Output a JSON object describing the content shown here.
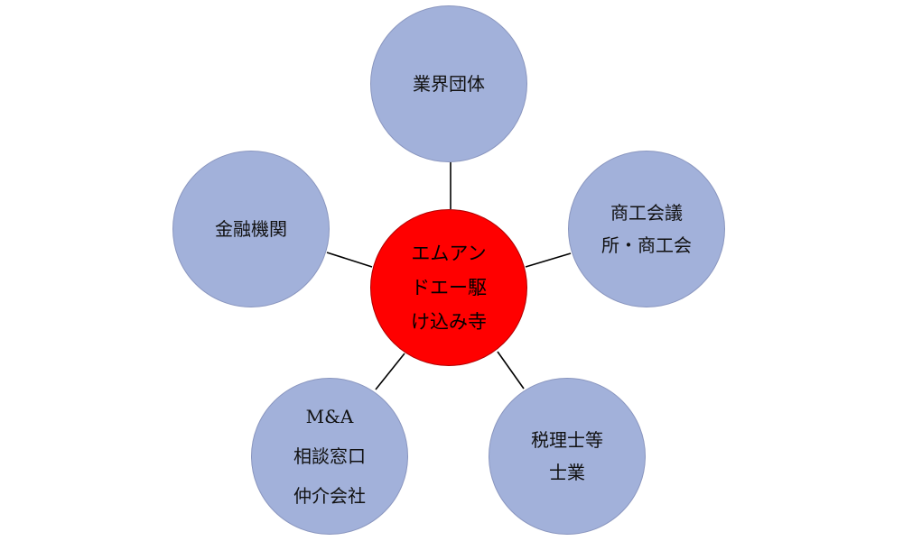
{
  "diagram": {
    "center": {
      "lines": [
        "エムアン",
        "ドエー駆",
        "け込み寺"
      ],
      "color": "#ff0000"
    },
    "satellites": [
      {
        "id": "industry",
        "lines": [
          "業界団体"
        ],
        "color": "#a2b1da"
      },
      {
        "id": "chamber",
        "lines": [
          "商工会議",
          "所・商工会"
        ],
        "color": "#a2b1da"
      },
      {
        "id": "tax",
        "lines": [
          "税理士等",
          "士業"
        ],
        "color": "#a2b1da"
      },
      {
        "id": "ma",
        "lines": [
          "M&A",
          "相談窓口",
          "仲介会社"
        ],
        "color": "#a2b1da"
      },
      {
        "id": "finance",
        "lines": [
          "金融機関"
        ],
        "color": "#a2b1da"
      }
    ]
  }
}
